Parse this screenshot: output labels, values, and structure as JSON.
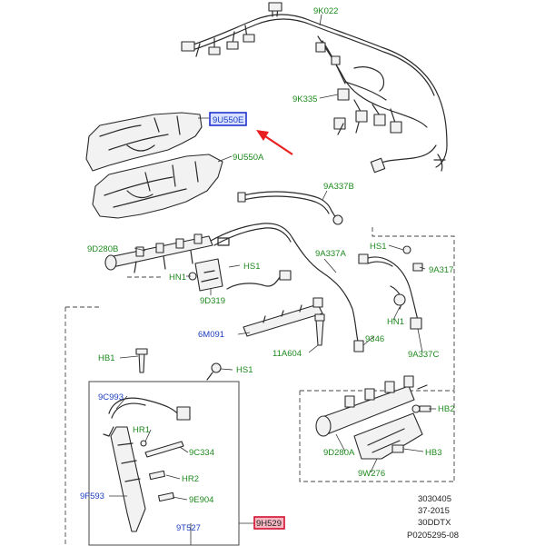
{
  "labels": {
    "l_9k022": "9K022",
    "l_9k335": "9K335",
    "l_9u550e": "9U550E",
    "l_9u550a": "9U550A",
    "l_9a337b": "9A337B",
    "l_9d280b": "9D280B",
    "l_hs1_a": "HS1",
    "l_hs1_b": "HS1",
    "l_hs1_c": "HS1",
    "l_hn1_a": "HN1",
    "l_hn1_b": "HN1",
    "l_9d319": "9D319",
    "l_9a337a": "9A337A",
    "l_9a317": "9A317",
    "l_6m091": "6M091",
    "l_11a604": "11A604",
    "l_9346": "9346",
    "l_9a337c": "9A337C",
    "l_hb1": "HB1",
    "l_9c993": "9C993",
    "l_hr1": "HR1",
    "l_9c334": "9C334",
    "l_hr2": "HR2",
    "l_9e904": "9E904",
    "l_9f593": "9F593",
    "l_9t527": "9T527",
    "l_9h529": "9H529",
    "l_hb2": "HB2",
    "l_9d280a": "9D280A",
    "l_hb3": "HB3",
    "l_9w276": "9W276"
  },
  "footer": {
    "line1": "3030405",
    "line2": "37-2015",
    "line3": "30DDTX",
    "line4": "P0205295-08"
  },
  "colors": {
    "label_green": "#1f8a1f",
    "label_blue": "#1f3fbf",
    "highlight_blue_box": "#2233cc",
    "highlight_red_box": "#d01030",
    "arrow_red": "#e8201f"
  }
}
